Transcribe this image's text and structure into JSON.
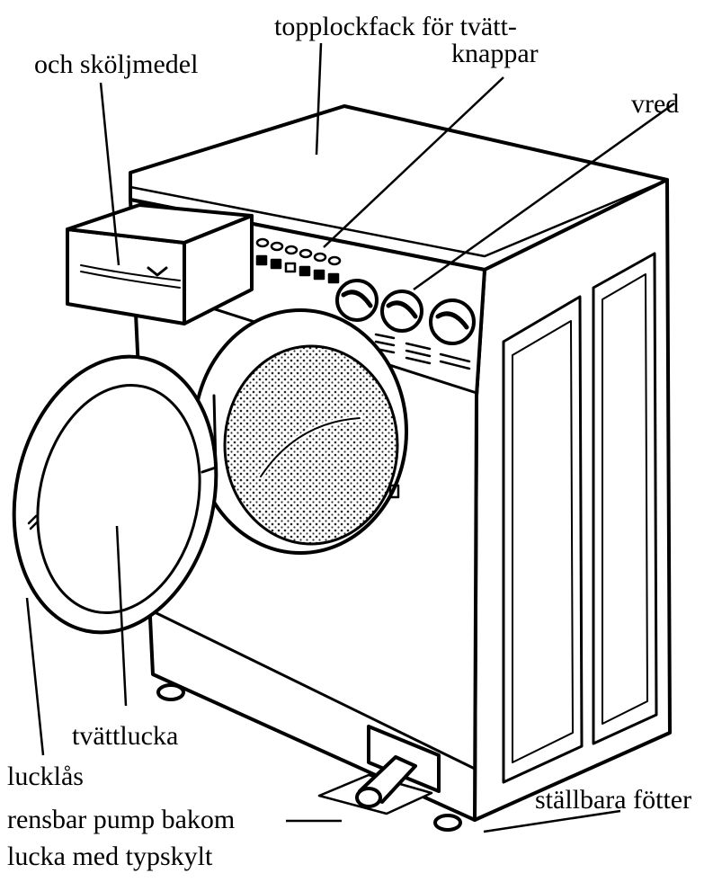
{
  "labels": {
    "top_lid_line1": "topplockfack för tvätt-",
    "top_lid_line2": "knappar",
    "rinse": "och sköljmedel",
    "knob": "vred",
    "door": "tvättlucka",
    "door_lock": "lucklås",
    "feet": "ställbara fötter",
    "pump_line1": "rensbar pump bakom",
    "pump_line2": "lucka med typskylt"
  }
}
